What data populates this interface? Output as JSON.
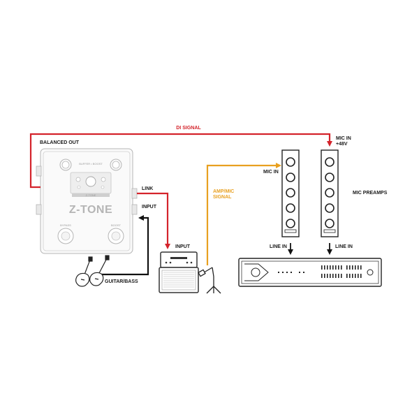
{
  "labels": {
    "di_signal": "DI SIGNAL",
    "balanced_out": "BALANCED OUT",
    "mic_in_48v_line1": "MIC IN",
    "mic_in_48v_line2": "+48V",
    "mic_in": "MIC IN",
    "mic_preamps": "MIC PREAMPS",
    "amp_mic_line1": "AMP/MIC",
    "amp_mic_line2": "SIGNAL",
    "link": "LINK",
    "input_pedal": "INPUT",
    "input_amp": "INPUT",
    "guitar_bass": "GUITAR/BASS",
    "line_in_left": "LINE IN",
    "line_in_right": "LINE IN"
  },
  "pedal": {
    "brand": "Z-TONE",
    "buffer_boost": "BUFFER • BOOST",
    "bypass": "BYPASS",
    "boost": "BOOST",
    "z_tone": "Z-TONE"
  },
  "colors": {
    "di_signal": "#d4232b",
    "amp_signal": "#e8a020",
    "guitar_cable": "#111111"
  },
  "icons": {
    "guitar": "electric-guitar-icon",
    "bass": "electric-bass-icon",
    "microphone": "microphone-stand-icon",
    "amplifier": "guitar-amp-icon",
    "audio_interface": "rack-interface-icon"
  }
}
